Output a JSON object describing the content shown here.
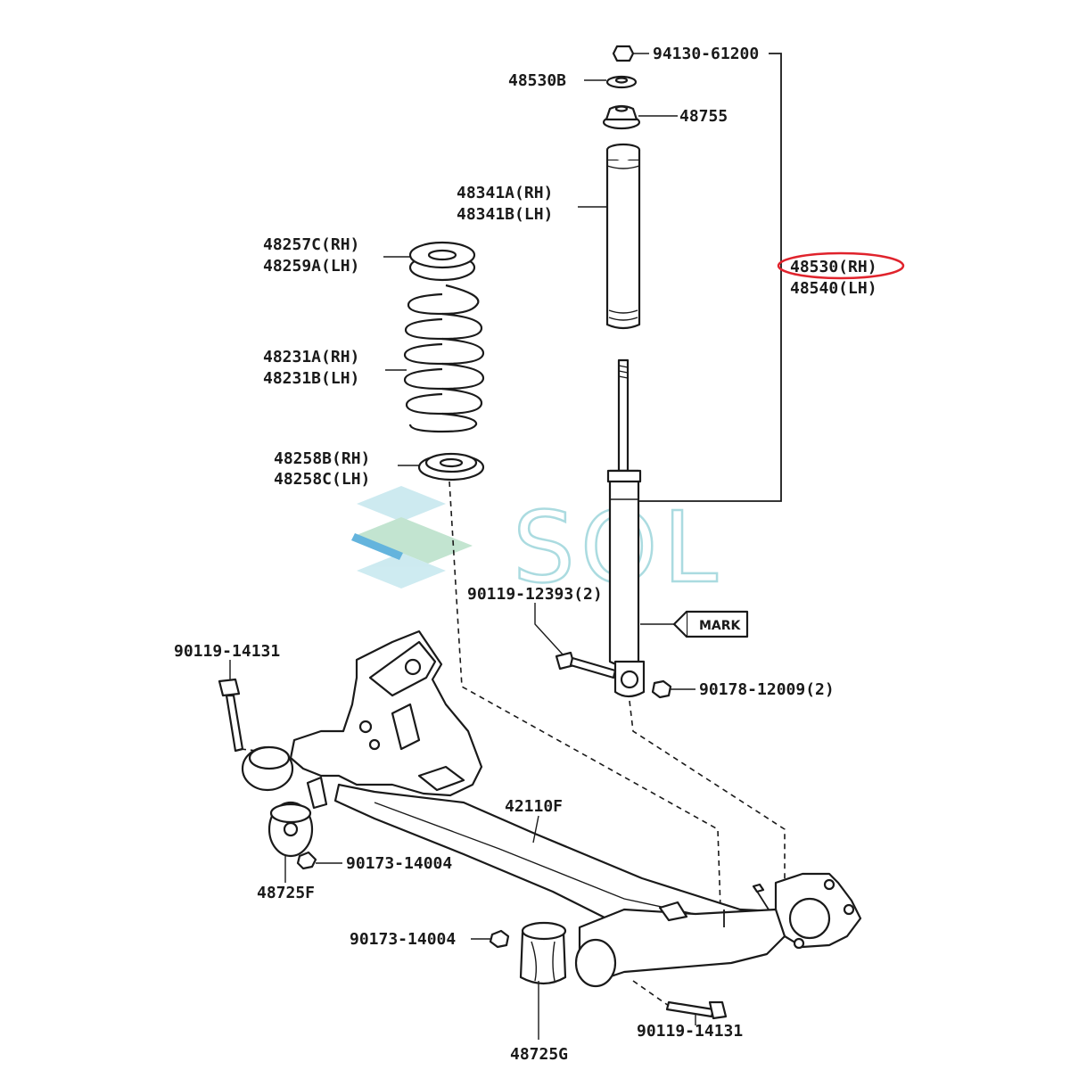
{
  "diagram": {
    "watermark_text": "SOL",
    "highlight_color": "#e0232c",
    "watermark_color": "#8fd0d6",
    "labels": {
      "nut_top": "94130-61200",
      "washer_top": "48530B",
      "cushion": "48755",
      "boot_rh": "48341A(RH)",
      "boot_lh": "48341B(LH)",
      "upper_seat_rh": "48257C(RH)",
      "upper_seat_lh": "48259A(LH)",
      "spring_rh": "48231A(RH)",
      "spring_lh": "48231B(LH)",
      "shock_rh": "48530(RH)",
      "shock_lh": "48540(LH)",
      "lower_seat_rh": "48258B(RH)",
      "lower_seat_lh": "48258C(LH)",
      "bolt_shock": "90119-12393(2)",
      "mark": "MARK",
      "nut_shock": "90178-12009(2)",
      "bolt_left": "90119-14131",
      "beam": "42110F",
      "nut_left_mid": "90173-14004",
      "bush_left": "48725F",
      "nut_left_low": "90173-14004",
      "bush_right": "48725G",
      "bolt_bottom": "90119-14131"
    }
  }
}
